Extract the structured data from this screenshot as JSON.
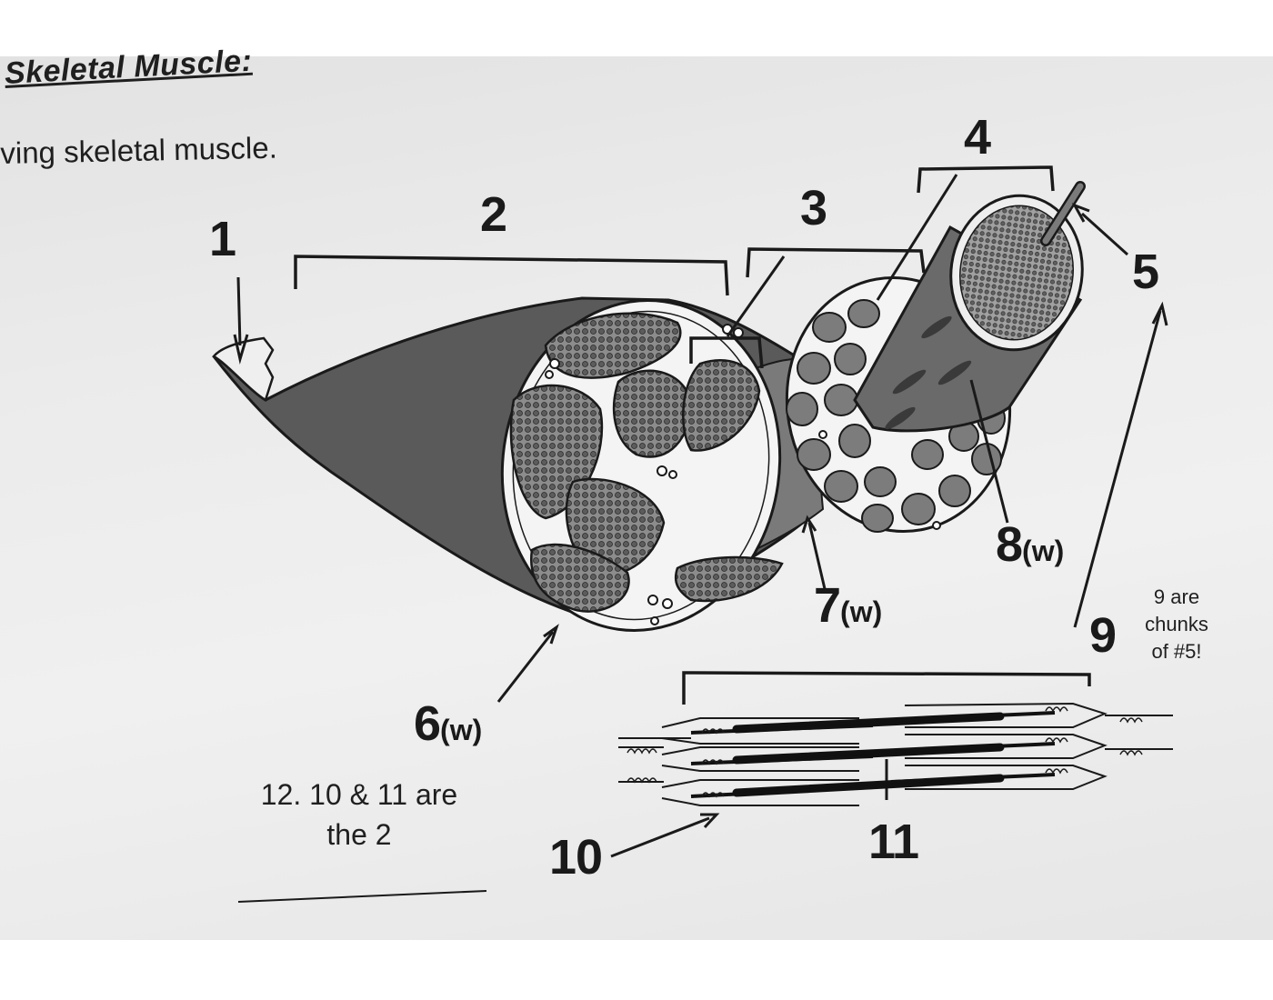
{
  "worksheet": {
    "heading": "Skeletal Muscle:",
    "instruction": "ving skeletal muscle."
  },
  "labels": {
    "l1": "1",
    "l2": "2",
    "l3": "3",
    "l4": "4",
    "l5": "5",
    "l6": "6",
    "l6_suffix": "(w)",
    "l7": "7",
    "l7_suffix": "(w)",
    "l8": "8",
    "l8_suffix": "(w)",
    "l9": "9",
    "l10": "10",
    "l11": "11"
  },
  "notes": {
    "nine_note_line1": "9 are",
    "nine_note_line2": "chunks",
    "nine_note_line3": "of #5!",
    "question12_line1": "12. 10 & 11 are",
    "question12_line2": "the 2"
  },
  "colors": {
    "ink": "#1a1a1a",
    "muscle_dark": "#5a5a5a",
    "muscle_mid": "#7a7a7a",
    "fascicle_light": "#9a9a9a",
    "paper": "#ebebeb"
  }
}
